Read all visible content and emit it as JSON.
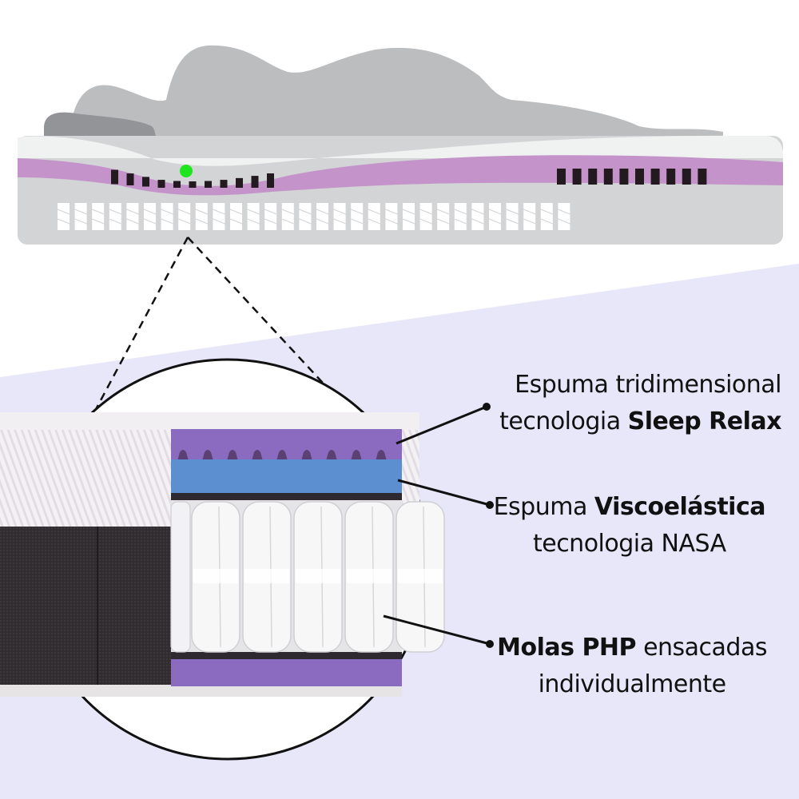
{
  "colors": {
    "background_top": "#ffffff",
    "background_lavender": "#e8e6f9",
    "body_silhouette": "#bcbdbf",
    "pillow": "#939497",
    "mattress_base": "#d3d4d6",
    "comfort_top": "#f0f1f1",
    "purple_layer": "#c493c9",
    "pressure_marks": "#231a1f",
    "pressure_point": "#1ee51e",
    "foam_purple": "#8a6bbf",
    "foam_blue": "#5b8fd0",
    "dark_fabric": "#2f2b2e"
  },
  "callouts": [
    {
      "lines": [
        [
          {
            "text": "Espuma tridimensional",
            "bold": false
          }
        ],
        [
          {
            "text": "tecnologia ",
            "bold": false
          },
          {
            "text": "Sleep Relax",
            "bold": true
          }
        ]
      ]
    },
    {
      "lines": [
        [
          {
            "text": "Espuma ",
            "bold": false
          },
          {
            "text": "Viscoelástica",
            "bold": true
          }
        ],
        [
          {
            "text": "tecnologia NASA",
            "bold": false
          }
        ]
      ]
    },
    {
      "lines": [
        [
          {
            "text": "Molas PHP",
            "bold": true
          },
          {
            "text": " ensacadas",
            "bold": false
          }
        ],
        [
          {
            "text": "individualmente",
            "bold": false
          }
        ]
      ]
    }
  ],
  "diagram": {
    "top_left_pressure_marks": 11,
    "top_right_pressure_marks": 10,
    "spring_blocks_top_view": 30,
    "pocket_springs_cross_section": 5
  }
}
